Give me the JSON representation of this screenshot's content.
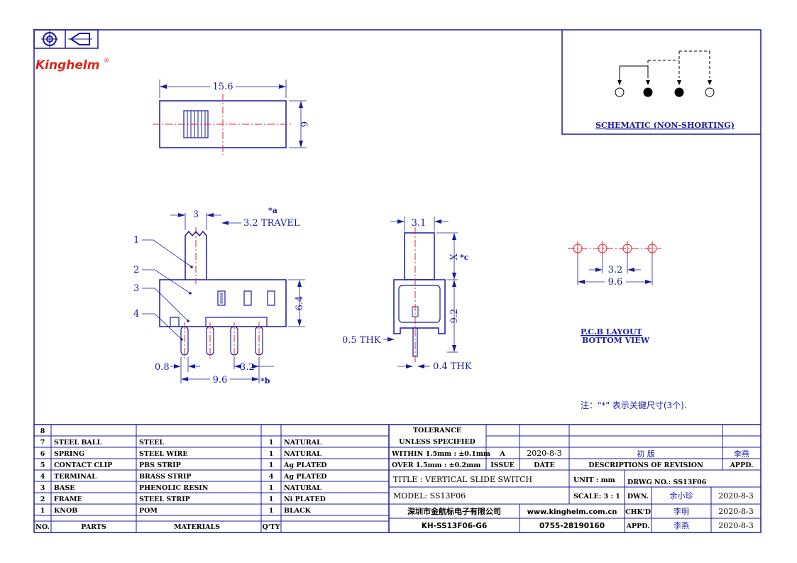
{
  "brand": {
    "name": "Kinghelm",
    "reg": "®"
  },
  "dims": {
    "top_width": "15.6",
    "top_height": "6",
    "pitch_knob": "3",
    "travel": "3.2 TRAVEL",
    "mark_a": "*a",
    "body_height": "6.4",
    "pin_width": "0.8",
    "pin_pitch": "3.2",
    "pin_span": "9.6",
    "mark_b": "*b",
    "side_width": "3.1",
    "side_x": "X",
    "mark_c": "*c",
    "side_height": "9.2",
    "side_thk": "0.5 THK",
    "side_thk2": "0.4 THK",
    "pcb_pitch": "3.2",
    "pcb_span": "9.6"
  },
  "callouts": [
    "1",
    "2",
    "3",
    "4"
  ],
  "labels": {
    "schematic": "SCHEMATIC (NON-SHORTING)",
    "pcb_layout": "P.C.B LAYOUT",
    "bottom_view": "BOTTOM VIEW",
    "note": "注：\"*\"  表示关键尺寸(3个)."
  },
  "bom": {
    "header": {
      "no": "NO.",
      "parts": "PARTS",
      "materials": "MATERIALS",
      "qty": "Q'TY"
    },
    "rows": [
      {
        "no": "8",
        "part": "",
        "material": "",
        "qty": "",
        "finish": ""
      },
      {
        "no": "7",
        "part": "STEEL BALL",
        "material": "STEEL",
        "qty": "1",
        "finish": "NATURAL"
      },
      {
        "no": "6",
        "part": "SPRING",
        "material": "STEEL WIRE",
        "qty": "1",
        "finish": "NATURAL"
      },
      {
        "no": "5",
        "part": "CONTACT CLIP",
        "material": "PBS STRIP",
        "qty": "1",
        "finish": "Ag PLATED"
      },
      {
        "no": "4",
        "part": "TERMINAL",
        "material": "BRASS STRIP",
        "qty": "4",
        "finish": "Ag PLATED"
      },
      {
        "no": "3",
        "part": "BASE",
        "material": "PHENOLIC RESIN",
        "qty": "1",
        "finish": "NATURAL"
      },
      {
        "no": "2",
        "part": "FRAME",
        "material": "STEEL STRIP",
        "qty": "1",
        "finish": "Ni PLATED"
      },
      {
        "no": "1",
        "part": "KNOB",
        "material": "POM",
        "qty": "1",
        "finish": "BLACK"
      }
    ]
  },
  "title_block": {
    "tolerance": "TOLERANCE",
    "unless": "UNLESS  SPECIFIED",
    "within": "WITHIN 1.5mm : ±0.1mm",
    "over": "OVER 1.5mm : ±0.2mm",
    "issue_val": "A",
    "issue": "ISSUE",
    "date_val": "2020-8-3",
    "date": "DATE",
    "rev_desc": "初  版",
    "rev_appd": "李燕",
    "descriptions": "DESCRIPTIONS OF REVISION",
    "appd": "APPD.",
    "title": "TITLE :  VERTICAL SLIDE SWITCH",
    "unit": "UNIT :  mm",
    "drwg": "DRWG NO.: SS13F06",
    "model": "MODEL:  SS13F06",
    "scale": "SCALE:  3 : 1",
    "dwn": "DWN.",
    "dwn_name": "余小珍",
    "dwn_date": "2020-8-3",
    "company": "深圳市金航标电子有限公司",
    "website": "www.kinghelm.com.cn",
    "chkd": "CHK'D",
    "chkd_name": "李明",
    "chkd_date": "2020-8-3",
    "part_no": "KH-SS13F06-G6",
    "phone": "0755-28190160",
    "appd2": "APPD.",
    "appd_name": "李燕",
    "appd_date": "2020-8-3"
  }
}
